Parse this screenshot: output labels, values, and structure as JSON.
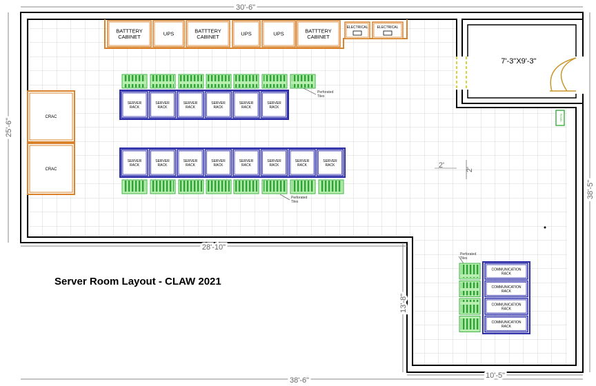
{
  "dimensions": {
    "top": "30'-6\"",
    "left": "25'-6\"",
    "mid": "28'-10\"",
    "right": "38'-5\"",
    "bottom": "38'-6\"",
    "lower_right": "10'-5\"",
    "step": "13'-8\"",
    "tile_h": "2'",
    "tile_v": "2'"
  },
  "room_label": "7'-3\"X9'-3\"",
  "top_units": [
    {
      "label": "BATTTERY CABINET"
    },
    {
      "label": "UPS"
    },
    {
      "label": "BATTTERY CABINET"
    },
    {
      "label": "UPS"
    },
    {
      "label": "UPS"
    },
    {
      "label": "BATTTERY CABINET"
    },
    {
      "label": "ELECTRICAL"
    },
    {
      "label": "ELECTRICAL"
    }
  ],
  "crac_units": [
    "CRAC",
    "CRAC"
  ],
  "server_row_1": [
    "SERVER RACK",
    "SERVER RACK",
    "SERVER RACK",
    "SERVER RACK",
    "SERVER RACK",
    "SERVER RACK"
  ],
  "server_row_2": [
    "SERVER RACK",
    "SERVER RACK",
    "SERVER RACK",
    "SERVER RACK",
    "SERVER RACK",
    "SERVER RACK",
    "SERVER RACK",
    "SERVER RACK"
  ],
  "comm_racks": [
    "COMMUNICATION RACK",
    "COMMUNICATION RACK",
    "COMMUNICATION RACK",
    "COMMUNICATION RACK"
  ],
  "perforated_label": "Perforated Tiles",
  "small_wall_unit": "PANEL",
  "caption": "Server Room Layout - CLAW 2021",
  "colors": {
    "wall": "#000000",
    "grid": "#d8d8d8",
    "power": "#d9822b",
    "rack": "#2b2ba8",
    "tile": "#45b34a",
    "tile_fill": "#b8efb0"
  }
}
